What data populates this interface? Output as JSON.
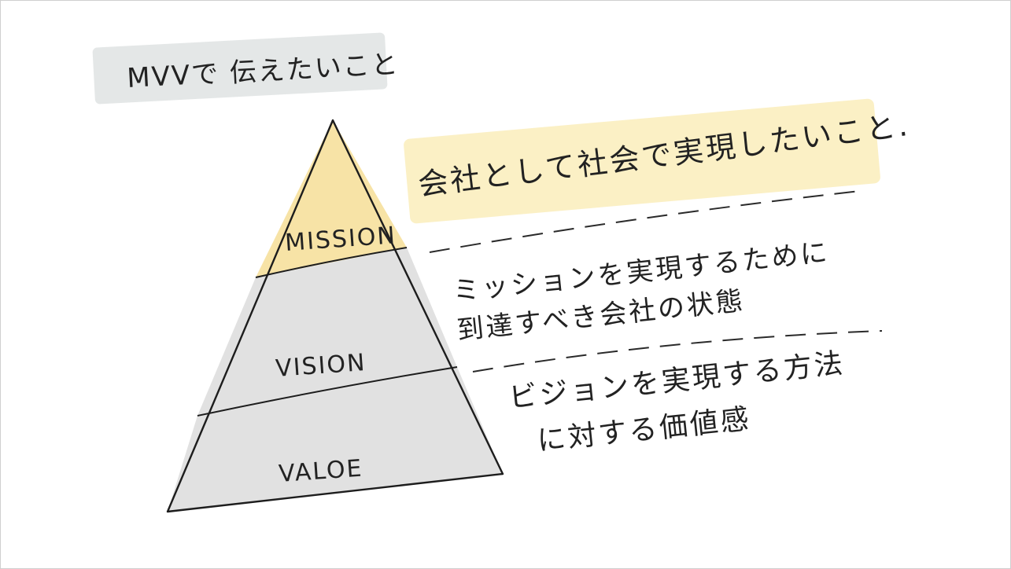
{
  "title": "MVVで 伝えたいこと",
  "pyramid": {
    "mission_label": "MISSION",
    "vision_label": "VISION",
    "value_label": "VALOE"
  },
  "notes": {
    "mission": "会社として社会で実現したいこと.",
    "vision_line1": "ミッションを実現するために",
    "vision_line2": "到達すべき会社の状態",
    "value_line1": "ビジョンを実現する方法",
    "value_line2": "に対する価値感"
  },
  "colors": {
    "mission_fill": "#f7e3a6",
    "tier_fill": "#e1e1e1",
    "title_highlight": "#e3e6e6",
    "mission_highlight": "#fbefc2",
    "ink": "#222222"
  }
}
